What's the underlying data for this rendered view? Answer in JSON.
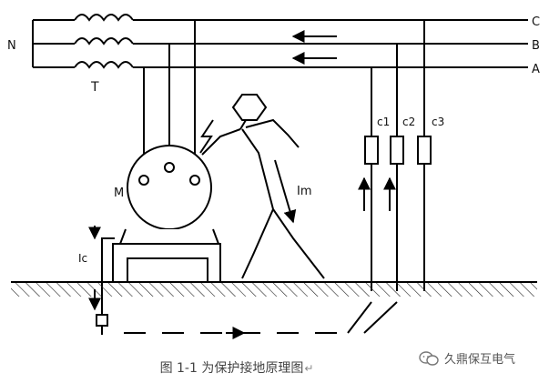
{
  "diagram": {
    "phase_labels": {
      "c": "C",
      "b": "B",
      "a": "A"
    },
    "neutral_label": "N",
    "transformer_label": "T",
    "motor_label": "M",
    "capacitor_labels": [
      "c1",
      "c2",
      "c3"
    ],
    "current_labels": {
      "human": "Im",
      "ground": "Ic"
    }
  },
  "caption": "图 1-1 为保护接地原理图",
  "watermark": "久鼎保互电气"
}
